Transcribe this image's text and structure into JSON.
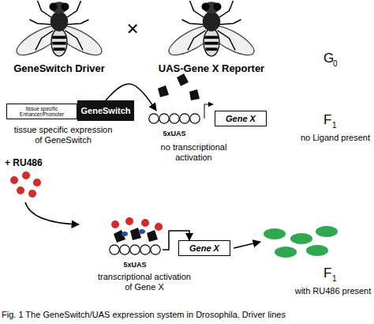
{
  "diagram": {
    "caption": "Fig. 1 The GeneSwitch/UAS expression system in Drosophila. Driver lines",
    "nodes": [
      {
        "text": [
          "tissue specific Enhancer/Promoter"
        ]
      },
      {
        "text": [
          "GeneSwitch"
        ]
      },
      {
        "text": [
          "5xUAS"
        ]
      },
      {
        "text": [
          "Gene X"
        ]
      },
      {
        "text": [
          "5xUAS"
        ]
      },
      {
        "text": [
          "Gene X"
        ]
      }
    ],
    "edges": [
      {
        "from": 1,
        "to": 2,
        "arrow": "to"
      },
      {
        "from": 4,
        "to": 5,
        "arrow": "to"
      }
    ],
    "labels": [
      "×",
      "GeneSwitch Driver",
      "UAS-Gene X Reporter",
      "G",
      "0",
      "tissue specific expression of GeneSwitch",
      "no transcriptional activation",
      "F",
      "1",
      "no Ligand present",
      "+ RU486",
      "transcriptional activation of Gene X",
      "F",
      "1",
      "with RU486 present"
    ]
  }
}
